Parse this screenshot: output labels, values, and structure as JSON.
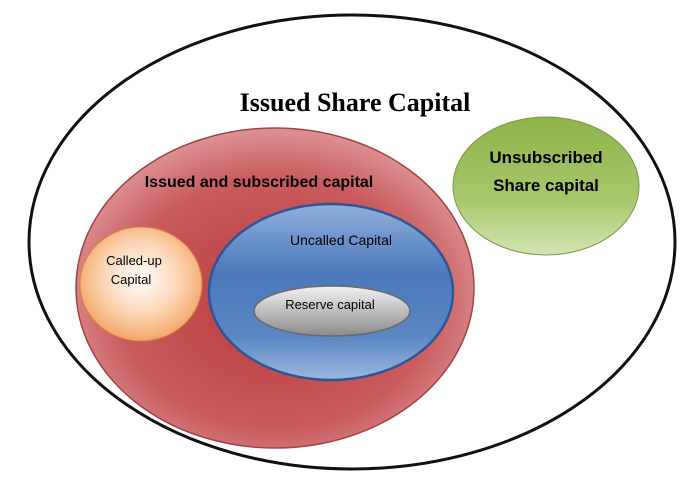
{
  "diagram": {
    "outer_label": "Issued Share Capital",
    "subscribed_label": "Issued and subscribed capital",
    "unsubscribed_label_line1": "Unsubscribed",
    "unsubscribed_label_line2": "Share capital",
    "called_up_line1": "Called-up",
    "called_up_line2": "Capital",
    "uncalled_label": "Uncalled Capital",
    "reserve_label": "Reserve capital"
  },
  "colors": {
    "subscribed": "#c9575a",
    "unsubscribed": "#9bbb59",
    "called_up": "#f7b27a",
    "uncalled": "#4f81bd",
    "reserve": "#a6a6a6"
  }
}
